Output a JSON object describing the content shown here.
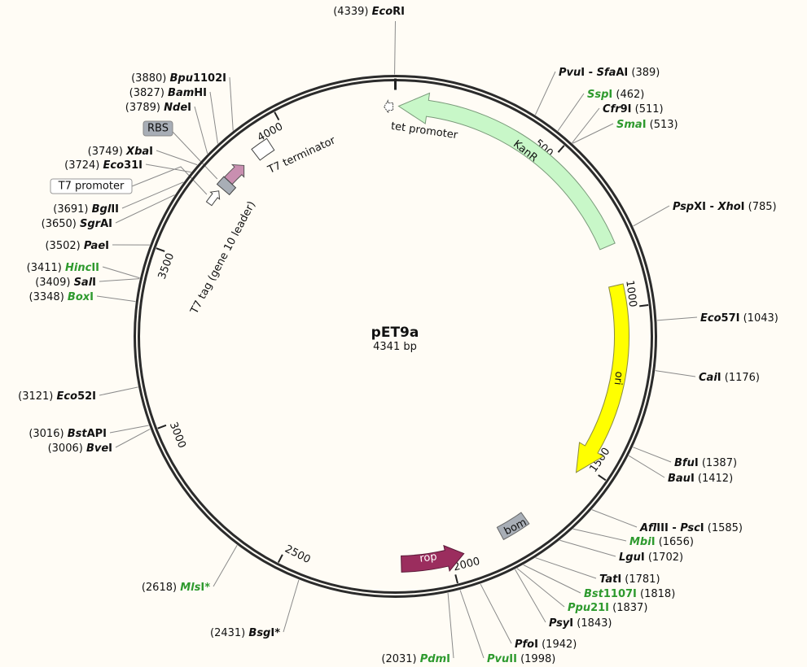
{
  "plasmid": {
    "name": "pET9a",
    "length_label": "4341 bp",
    "length": 4341
  },
  "ticks": [
    {
      "pos": 500,
      "label": "500"
    },
    {
      "pos": 1000,
      "label": "1000"
    },
    {
      "pos": 1500,
      "label": "1500"
    },
    {
      "pos": 2000,
      "label": "2000"
    },
    {
      "pos": 2500,
      "label": "2500"
    },
    {
      "pos": 3000,
      "label": "3000"
    },
    {
      "pos": 3500,
      "label": "3500"
    },
    {
      "pos": 4000,
      "label": "4000"
    }
  ],
  "features": {
    "kanr": {
      "label": "KanR",
      "color": "#c8f7c8"
    },
    "ori": {
      "label": "ori",
      "color": "#ffff00"
    },
    "rop": {
      "label": "rop",
      "color": "#9b2d5e"
    },
    "bom": {
      "label": "bom",
      "color": "#a8aeb6"
    },
    "tet_promoter": {
      "label": "tet promoter"
    },
    "t7_terminator": {
      "label": "T7 terminator"
    },
    "t7_tag": {
      "label": "T7 tag (gene 10 leader)",
      "color": "#c98fb0"
    },
    "t7_promoter": {
      "label": "T7 promoter"
    },
    "rbs": {
      "label": "RBS",
      "color": "#a8aeb6"
    }
  },
  "enzymes": [
    {
      "pos": "(4339)",
      "site": 4339,
      "names": [
        {
          "i": "Eco",
          "r": "RI"
        }
      ],
      "green": false
    },
    {
      "pos": "(389)",
      "site": 389,
      "names": [
        {
          "i": "Pvu",
          "r": "I"
        },
        {
          "i": "Sfa",
          "r": "AI"
        }
      ],
      "green": false
    },
    {
      "pos": "(462)",
      "site": 462,
      "names": [
        {
          "i": "Ssp",
          "r": "I"
        }
      ],
      "green": true
    },
    {
      "pos": "(511)",
      "site": 511,
      "names": [
        {
          "i": "Cfr",
          "r": "9I"
        }
      ],
      "green": false
    },
    {
      "pos": "(513)",
      "site": 513,
      "names": [
        {
          "i": "Sma",
          "r": "I"
        }
      ],
      "green": true
    },
    {
      "pos": "(785)",
      "site": 785,
      "names": [
        {
          "i": "Psp",
          "r": "XI"
        },
        {
          "i": "Xho",
          "r": "I"
        }
      ],
      "green": false
    },
    {
      "pos": "(1043)",
      "site": 1043,
      "names": [
        {
          "i": "Eco",
          "r": "57I"
        }
      ],
      "green": false
    },
    {
      "pos": "(1176)",
      "site": 1176,
      "names": [
        {
          "i": "Cai",
          "r": "I"
        }
      ],
      "green": false
    },
    {
      "pos": "(1387)",
      "site": 1387,
      "names": [
        {
          "i": "Bfu",
          "r": "I"
        }
      ],
      "green": false
    },
    {
      "pos": "(1412)",
      "site": 1412,
      "names": [
        {
          "i": "Bau",
          "r": "I"
        }
      ],
      "green": false
    },
    {
      "pos": "(1585)",
      "site": 1585,
      "names": [
        {
          "i": "Afl",
          "r": "III"
        },
        {
          "i": "Psc",
          "r": "I"
        }
      ],
      "green": false
    },
    {
      "pos": "(1656)",
      "site": 1656,
      "names": [
        {
          "i": "Mbi",
          "r": "I"
        }
      ],
      "green": true
    },
    {
      "pos": "(1702)",
      "site": 1702,
      "names": [
        {
          "i": "Lgu",
          "r": "I"
        }
      ],
      "green": false
    },
    {
      "pos": "(1781)",
      "site": 1781,
      "names": [
        {
          "i": "Tat",
          "r": "I"
        }
      ],
      "green": false
    },
    {
      "pos": "(1818)",
      "site": 1818,
      "names": [
        {
          "i": "Bst",
          "r": "1107I"
        }
      ],
      "green": true
    },
    {
      "pos": "(1837)",
      "site": 1837,
      "names": [
        {
          "i": "Ppu",
          "r": "21I"
        }
      ],
      "green": true
    },
    {
      "pos": "(1843)",
      "site": 1843,
      "names": [
        {
          "i": "Psy",
          "r": "I"
        }
      ],
      "green": false
    },
    {
      "pos": "(1942)",
      "site": 1942,
      "names": [
        {
          "i": "Pfo",
          "r": "I"
        }
      ],
      "green": false
    },
    {
      "pos": "(1998)",
      "site": 1998,
      "names": [
        {
          "i": "Pvu",
          "r": "II"
        }
      ],
      "green": true
    },
    {
      "pos": "(2031)",
      "site": 2031,
      "names": [
        {
          "i": "Pdm",
          "r": "I"
        }
      ],
      "green": true
    },
    {
      "pos": "(2431)",
      "site": 2431,
      "names": [
        {
          "i": "Bsg",
          "r": "I*"
        }
      ],
      "green": false
    },
    {
      "pos": "(2618)",
      "site": 2618,
      "names": [
        {
          "i": "Mls",
          "r": "I*"
        }
      ],
      "green": true
    },
    {
      "pos": "(3006)",
      "site": 3006,
      "names": [
        {
          "i": "Bve",
          "r": "I"
        }
      ],
      "green": false
    },
    {
      "pos": "(3016)",
      "site": 3016,
      "names": [
        {
          "i": "Bst",
          "r": "API"
        }
      ],
      "green": false
    },
    {
      "pos": "(3121)",
      "site": 3121,
      "names": [
        {
          "i": "Eco",
          "r": "52I"
        }
      ],
      "green": false
    },
    {
      "pos": "(3348)",
      "site": 3348,
      "names": [
        {
          "i": "Box",
          "r": "I"
        }
      ],
      "green": true
    },
    {
      "pos": "(3409)",
      "site": 3409,
      "names": [
        {
          "i": "Sal",
          "r": "I"
        }
      ],
      "green": false
    },
    {
      "pos": "(3411)",
      "site": 3411,
      "names": [
        {
          "i": "Hinc",
          "r": "II"
        }
      ],
      "green": true
    },
    {
      "pos": "(3502)",
      "site": 3502,
      "names": [
        {
          "i": "Pae",
          "r": "I"
        }
      ],
      "green": false
    },
    {
      "pos": "(3650)",
      "site": 3650,
      "names": [
        {
          "i": "Sgr",
          "r": "AI"
        }
      ],
      "green": false
    },
    {
      "pos": "(3691)",
      "site": 3691,
      "names": [
        {
          "i": "Bgl",
          "r": "II"
        }
      ],
      "green": false
    },
    {
      "pos": "(3724)",
      "site": 3724,
      "names": [
        {
          "i": "Eco",
          "r": "31I"
        }
      ],
      "green": false
    },
    {
      "pos": "(3749)",
      "site": 3749,
      "names": [
        {
          "i": "Xba",
          "r": "I"
        }
      ],
      "green": false
    },
    {
      "pos": "(3789)",
      "site": 3789,
      "names": [
        {
          "i": "Nde",
          "r": "I"
        }
      ],
      "green": false
    },
    {
      "pos": "(3827)",
      "site": 3827,
      "names": [
        {
          "i": "Bam",
          "r": "HI"
        }
      ],
      "green": false
    },
    {
      "pos": "(3880)",
      "site": 3880,
      "names": [
        {
          "i": "Bpu",
          "r": "1102I"
        }
      ],
      "green": false
    }
  ]
}
